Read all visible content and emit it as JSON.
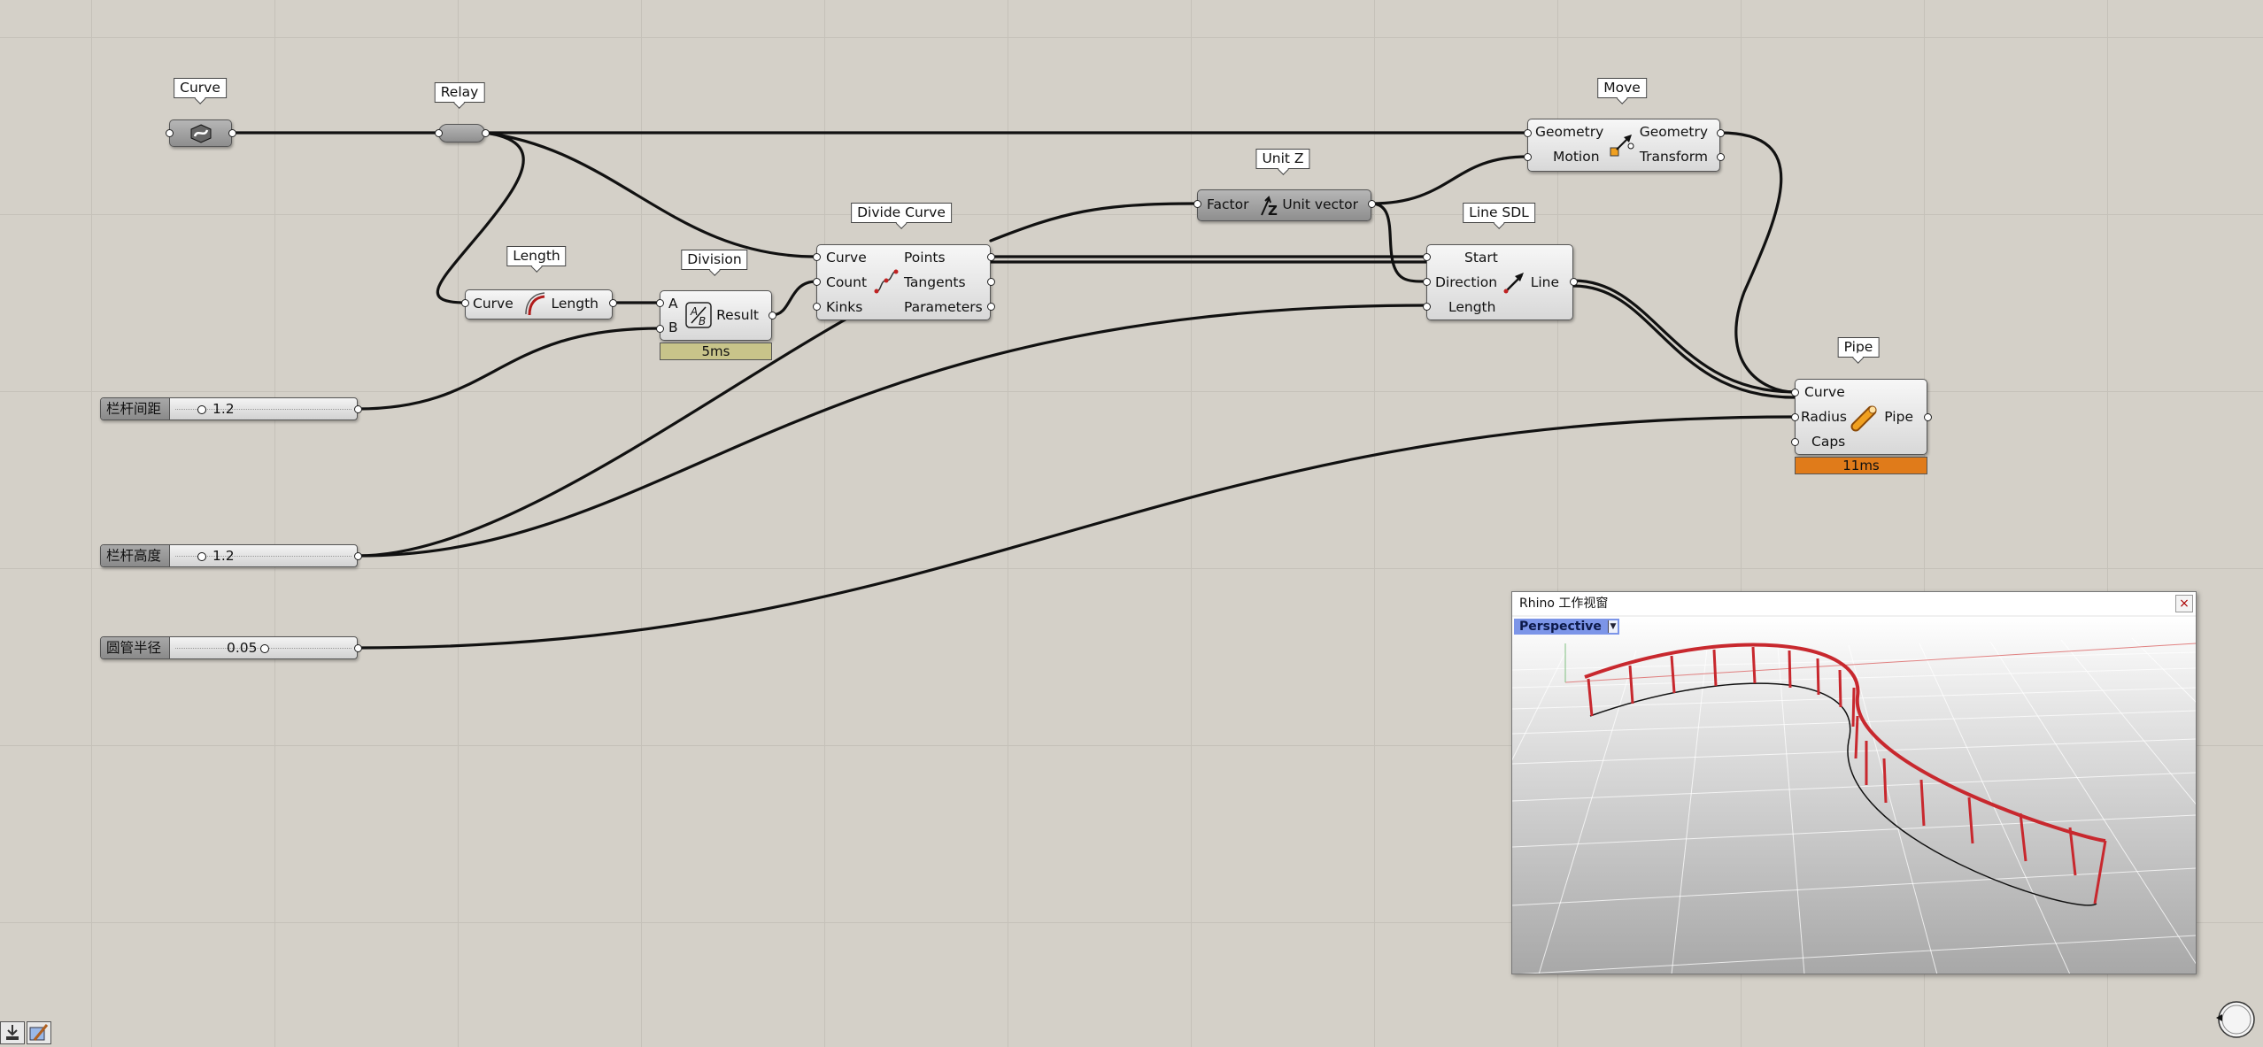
{
  "components": {
    "curve": {
      "tag": "Curve"
    },
    "relay": {
      "tag": "Relay"
    },
    "length": {
      "tag": "Length",
      "inputs": [
        "Curve"
      ],
      "outputs": [
        "Length"
      ]
    },
    "division": {
      "tag": "Division",
      "inputs": [
        "A",
        "B"
      ],
      "outputs": [
        "Result"
      ],
      "time": "5ms",
      "time_color": "#c8c48a"
    },
    "divide_curve": {
      "tag": "Divide Curve",
      "inputs": [
        "Curve",
        "Count",
        "Kinks"
      ],
      "outputs": [
        "Points",
        "Tangents",
        "Parameters"
      ]
    },
    "unit_z": {
      "tag": "Unit Z",
      "inputs": [
        "Factor"
      ],
      "outputs": [
        "Unit vector"
      ]
    },
    "line_sdl": {
      "tag": "Line SDL",
      "inputs": [
        "Start",
        "Direction",
        "Length"
      ],
      "outputs": [
        "Line"
      ]
    },
    "move": {
      "tag": "Move",
      "inputs": [
        "Geometry",
        "Motion"
      ],
      "outputs": [
        "Geometry",
        "Transform"
      ]
    },
    "pipe": {
      "tag": "Pipe",
      "inputs": [
        "Curve",
        "Radius",
        "Caps"
      ],
      "outputs": [
        "Pipe"
      ],
      "time": "11ms",
      "time_color": "#e07b1a"
    }
  },
  "sliders": [
    {
      "name": "栏杆间距",
      "value": "1.2"
    },
    {
      "name": "栏杆高度",
      "value": "1.2"
    },
    {
      "name": "圆管半径",
      "value": "0.05"
    }
  ],
  "rhino_window": {
    "title": "Rhino 工作视窗",
    "close_label": "×",
    "viewport_label": "Perspective",
    "viewport_dropdown": "▼",
    "curve_color": "#c8282e"
  }
}
